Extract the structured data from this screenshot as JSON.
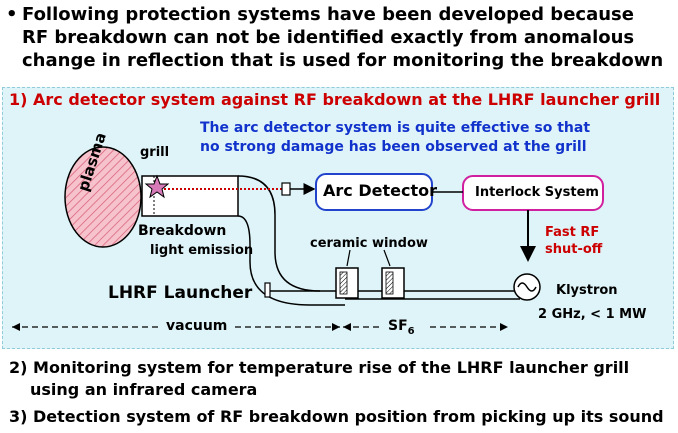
{
  "intro": {
    "line1": "Following protection systems have been developed because",
    "line2": "RF breakdown can not be identified exactly from anomalous",
    "line3": "change in reflection that is used for monitoring the breakdown"
  },
  "section1": {
    "title": "1) Arc detector system against RF breakdown at the  LHRF launcher grill",
    "note_line1": "The arc detector system  is quite effective so that",
    "note_line2": "no strong damage has been observed at the grill"
  },
  "diagram": {
    "grill": "grill",
    "plasma": "plasma",
    "breakdown": "Breakdown",
    "light_emission": "light emission",
    "arc_detector": "Arc Detector",
    "interlock": "Interlock System",
    "fast_rf_1": "Fast RF",
    "fast_rf_2": "shut-off",
    "ceramic_window": "ceramic window",
    "lhrf_launcher": "LHRF Launcher",
    "klystron": "Klystron",
    "klystron_spec": "2 GHz, < 1 MW",
    "vacuum": "vacuum",
    "sf6": "SF",
    "sf6_sub": "6"
  },
  "section2": {
    "line1": "2) Monitoring system for temperature rise of  the  LHRF launcher grill",
    "line2": "using an infrared camera"
  },
  "section3": {
    "line1": "3) Detection system of RF breakdown position from picking up its sound"
  },
  "colors": {
    "panel_bg": "#dff4f8",
    "title_red": "#cc0000",
    "note_blue": "#1133cc",
    "arc_box": "#2244cc",
    "interlock_box": "#d020a0",
    "plasma_fill": "#f4b8c4"
  }
}
